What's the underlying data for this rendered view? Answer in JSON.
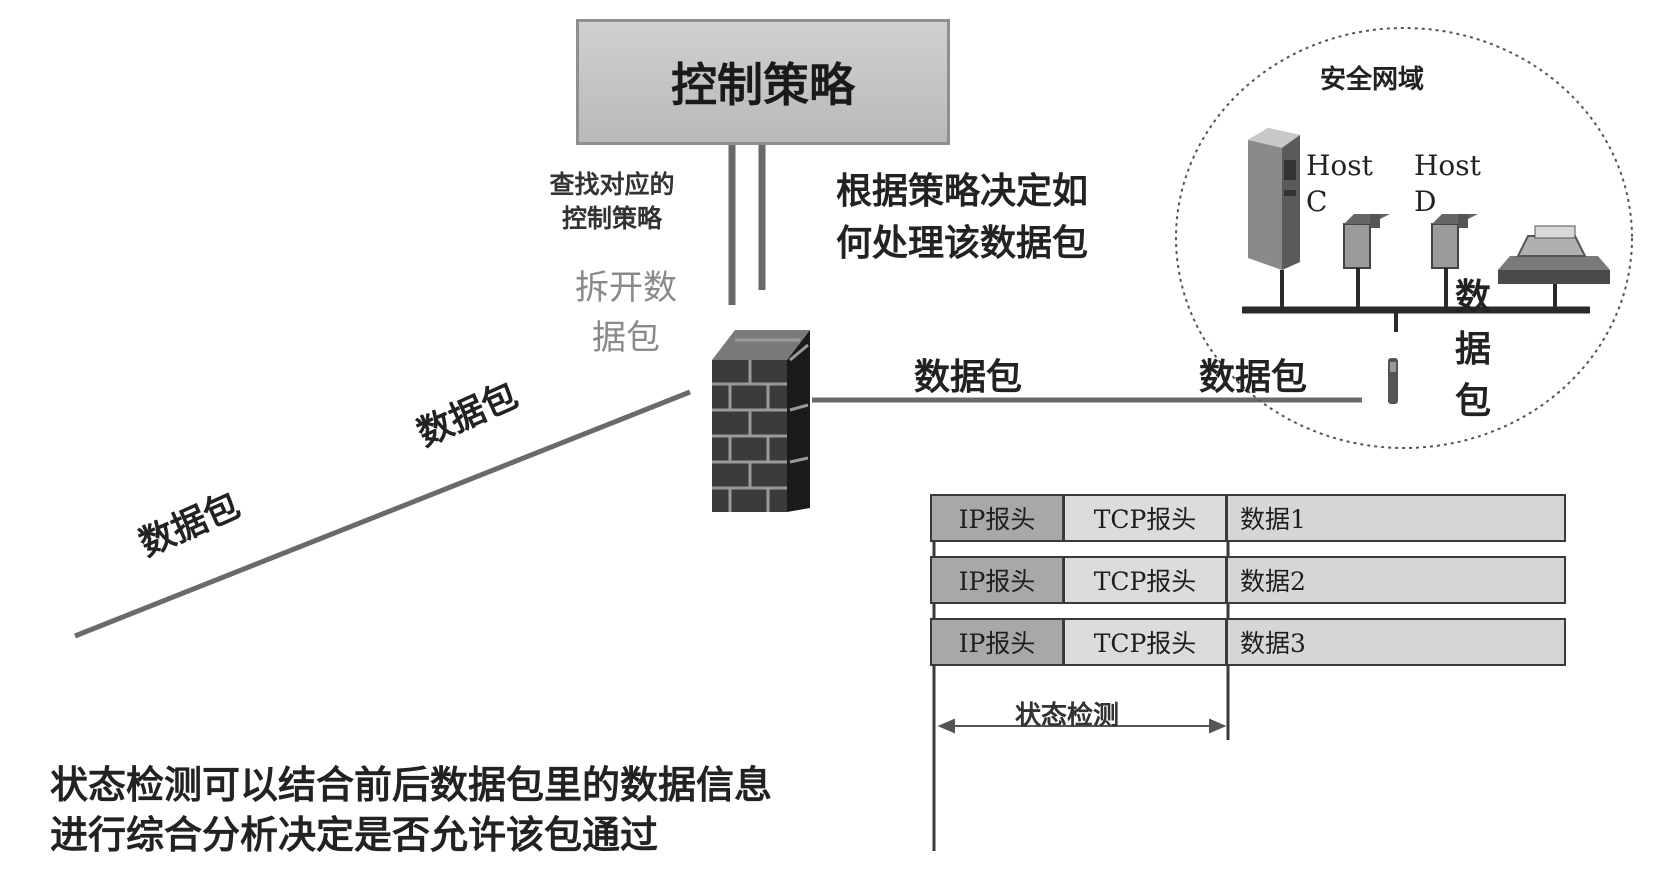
{
  "policy_box": {
    "label": "控制策略"
  },
  "lookup_label": [
    "查找对应的",
    "控制策略"
  ],
  "decision_label": [
    "根据策略决定如",
    "何处理该数据包"
  ],
  "unpack_label": [
    "拆开数",
    "据包"
  ],
  "packet_labels": {
    "middle": "数据包",
    "right": "数据包",
    "diagonal_upper": "数据包",
    "diagonal_lower": "数据包",
    "vertical": [
      "数",
      "据",
      "包"
    ]
  },
  "secure_zone": {
    "title": "安全网域",
    "hosts": [
      {
        "lines": [
          "Host",
          "C"
        ]
      },
      {
        "lines": [
          "Host",
          "D"
        ]
      }
    ]
  },
  "packet_table": {
    "rows": [
      {
        "ip": "IP报头",
        "tcp": "TCP报头",
        "data": "数据1"
      },
      {
        "ip": "IP报头",
        "tcp": "TCP报头",
        "data": "数据2"
      },
      {
        "ip": "IP报头",
        "tcp": "TCP报头",
        "data": "数据3"
      }
    ],
    "span_label": "状态检测"
  },
  "caption": [
    "状态检测可以结合前后数据包里的数据信息",
    "进行综合分析决定是否允许该包通过"
  ],
  "colors": {
    "policy_box_fill": "#c4c4c4",
    "ip_header_fill": "#a8a8a8",
    "tcp_header_fill": "#dcdcdc",
    "data_fill": "#d6d6d6",
    "line": "#555555"
  },
  "icons": [
    "firewall-icon",
    "server-icon",
    "workstation-icon",
    "printer-icon"
  ]
}
